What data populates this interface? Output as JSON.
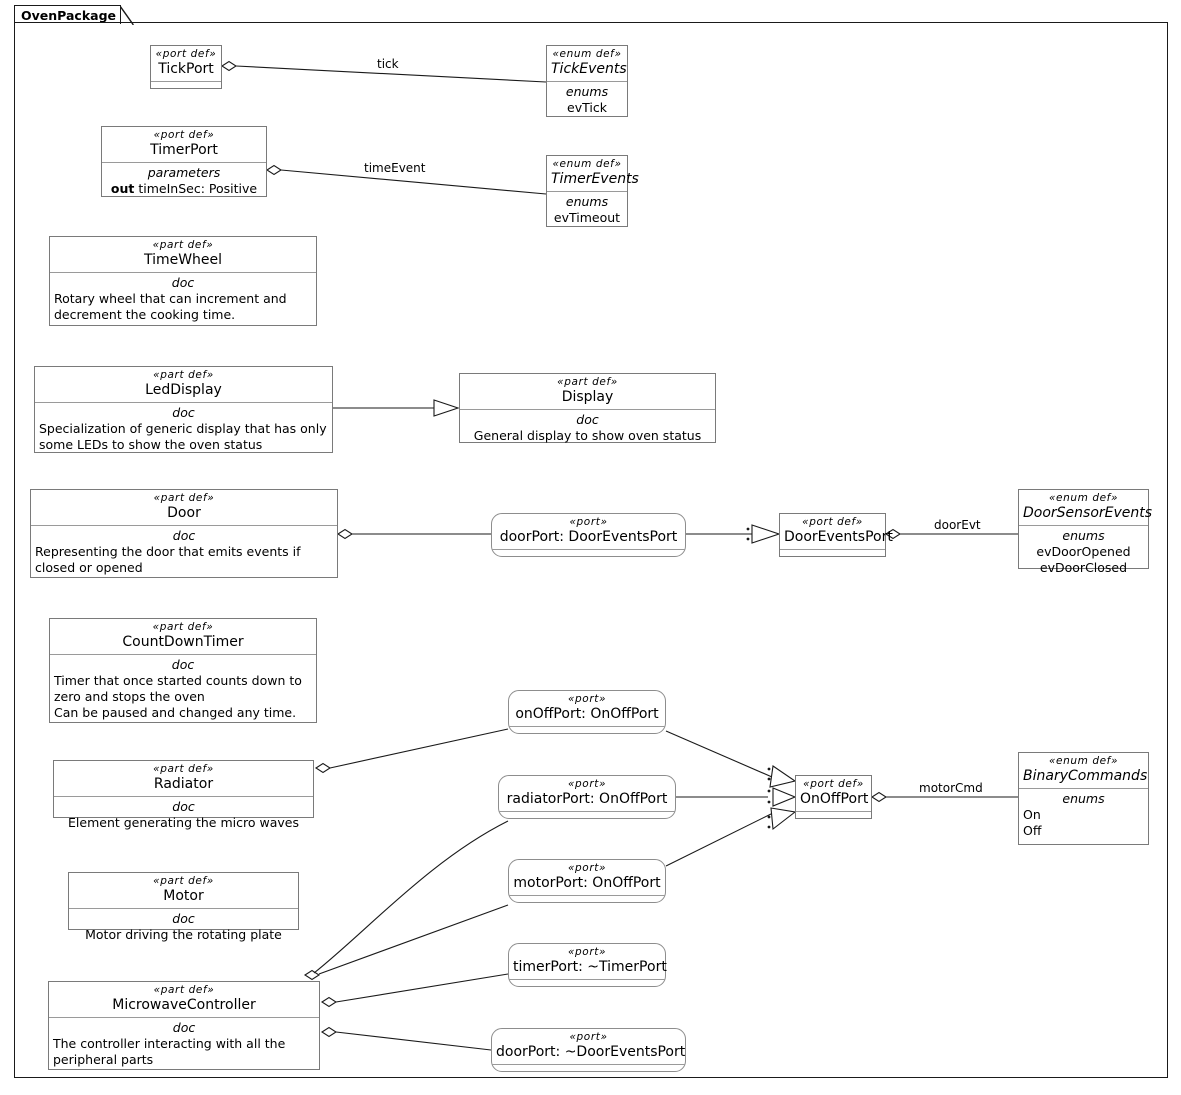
{
  "diagram": {
    "package_name": "OvenPackage",
    "kind": "sysml-part-definition-diagram"
  },
  "keywords": {
    "port_def": "«port def»",
    "part_def": "«part def»",
    "enum_def": "«enum def»",
    "port": "«port»",
    "doc": "doc",
    "enums": "enums",
    "parameters": "parameters"
  },
  "nodes": {
    "tickport": {
      "stereotype": "«port def»",
      "name": "TickPort"
    },
    "tickevents": {
      "stereotype": "«enum def»",
      "name": "TickEvents",
      "section": "enums",
      "values": "evTick"
    },
    "timerport": {
      "stereotype": "«port def»",
      "name": "TimerPort",
      "section": "parameters",
      "param_direction": "out",
      "param_rest": " timeInSec: Positive"
    },
    "timerevents": {
      "stereotype": "«enum def»",
      "name": "TimerEvents",
      "section": "enums",
      "values": "evTimeout"
    },
    "timewheel": {
      "stereotype": "«part def»",
      "name": "TimeWheel",
      "section": "doc",
      "doc": "Rotary wheel that can increment and decrement the cooking time."
    },
    "leddisplay": {
      "stereotype": "«part def»",
      "name": "LedDisplay",
      "section": "doc",
      "doc": "Specialization of generic display that has only some LEDs to show the oven status"
    },
    "display": {
      "stereotype": "«part def»",
      "name": "Display",
      "section": "doc",
      "doc": "General display to show oven status"
    },
    "door": {
      "stereotype": "«part def»",
      "name": "Door",
      "section": "doc",
      "doc": "Representing the door that emits events if closed or opened"
    },
    "doorport_usage": {
      "stereotype": "«port»",
      "name": "doorPort: DoorEventsPort"
    },
    "dooreventsport": {
      "stereotype": "«port def»",
      "name": "DoorEventsPort"
    },
    "doorsensorevents": {
      "stereotype": "«enum def»",
      "name": "DoorSensorEvents",
      "section": "enums",
      "values": "evDoorOpened\nevDoorClosed"
    },
    "countdowntimer": {
      "stereotype": "«part def»",
      "name": "CountDownTimer",
      "section": "doc",
      "doc": "Timer that once started counts down to zero and stops the oven\nCan be paused and changed any time."
    },
    "radiator": {
      "stereotype": "«part def»",
      "name": "Radiator",
      "section": "doc",
      "doc": "Element generating the micro waves"
    },
    "motor": {
      "stereotype": "«part def»",
      "name": "Motor",
      "section": "doc",
      "doc": "Motor driving the rotating plate"
    },
    "microwavecontroller": {
      "stereotype": "«part def»",
      "name": "MicrowaveController",
      "section": "doc",
      "doc": "The controller interacting with all the peripheral parts"
    },
    "onoffport_usage": {
      "stereotype": "«port»",
      "name": "onOffPort: OnOffPort"
    },
    "radiatorport_usage": {
      "stereotype": "«port»",
      "name": "radiatorPort: OnOffPort"
    },
    "motorport_usage": {
      "stereotype": "«port»",
      "name": "motorPort: OnOffPort"
    },
    "timerport_usage": {
      "stereotype": "«port»",
      "name": "timerPort: ~TimerPort"
    },
    "doorport_ctrl_usage": {
      "stereotype": "«port»",
      "name": "doorPort: ~DoorEventsPort"
    },
    "onoffport_def": {
      "stereotype": "«port def»",
      "name": "OnOffPort"
    },
    "binarycommands": {
      "stereotype": "«enum def»",
      "name": "BinaryCommands",
      "section": "enums",
      "values": "On\nOff"
    }
  },
  "edge_labels": {
    "tick": "tick",
    "time_event": "timeEvent",
    "door_evt": "doorEvt",
    "motor_cmd": "motorCmd"
  },
  "colors": {
    "line": "#1a1a1a",
    "box_border": "#7a7a7a",
    "background": "#ffffff",
    "text": "#000000"
  }
}
